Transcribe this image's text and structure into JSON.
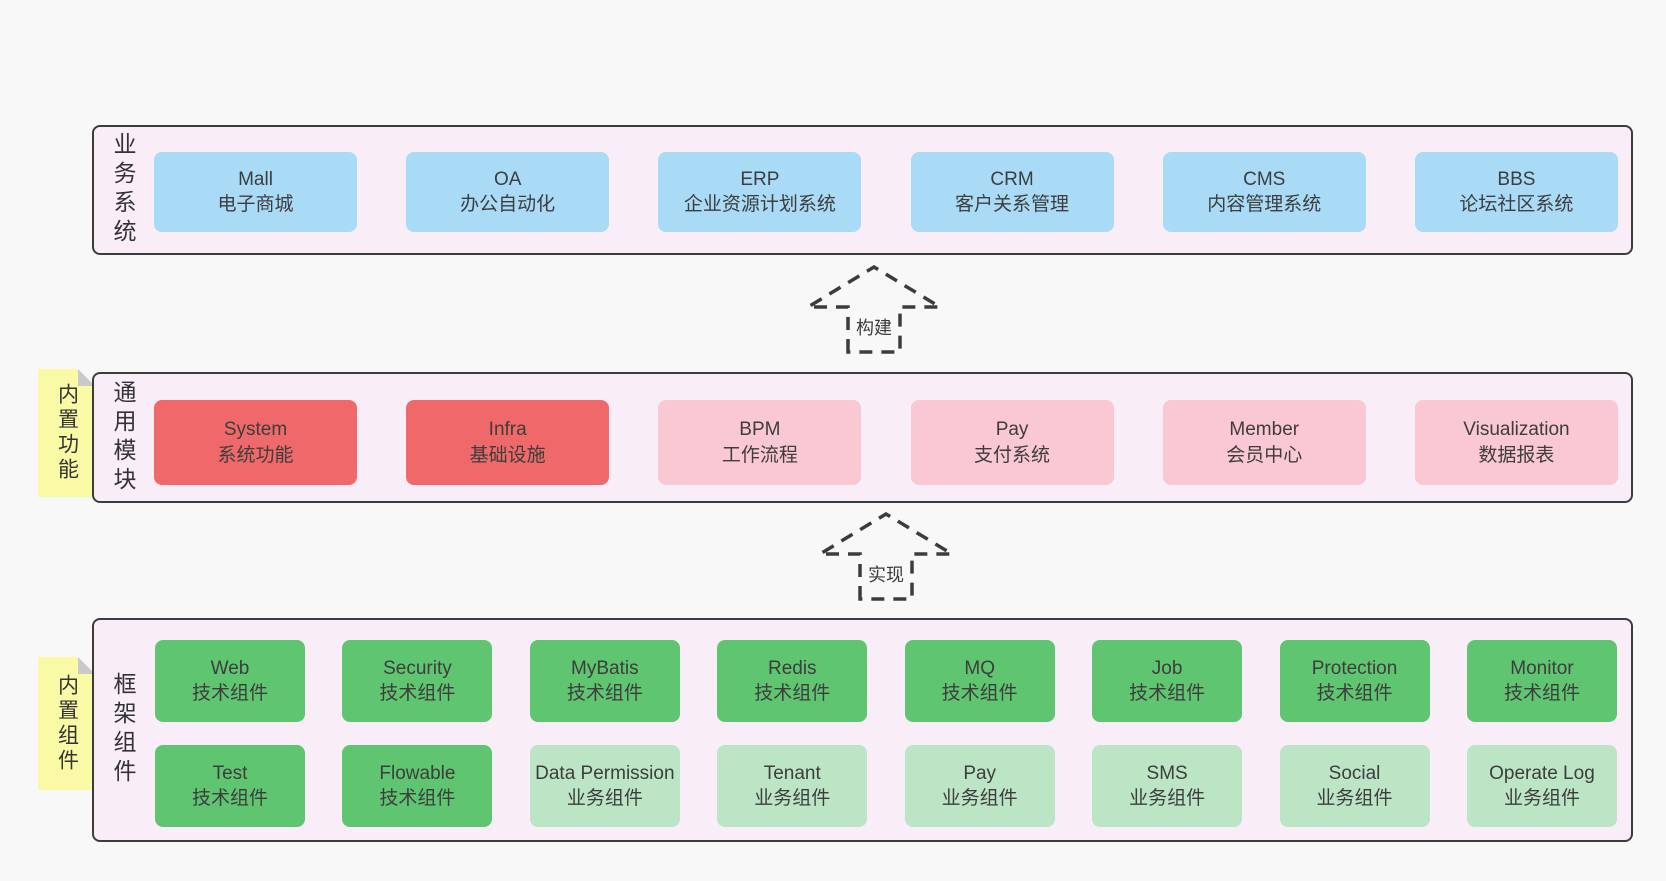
{
  "colors": {
    "page_bg": "#f8f8f8",
    "band_bg": "#f9eef8",
    "band_border": "#3c3c3c",
    "box_blue": "#a9dbf6",
    "box_red": "#f0696a",
    "box_pink": "#f9c8d2",
    "box_green": "#5fc570",
    "box_green_light": "#bce5c5",
    "note_bg": "#fafaa6",
    "note_fold": "#c9c9c9",
    "arrow": "#3c3c3c",
    "text": "#3d3d3d"
  },
  "arrows": [
    {
      "label": "构建"
    },
    {
      "label": "实现"
    }
  ],
  "bands": [
    {
      "id": "business-systems",
      "label": "业务系统",
      "boxes": [
        {
          "title": "Mall",
          "subtitle": "电子商城",
          "variant": "blue"
        },
        {
          "title": "OA",
          "subtitle": "办公自动化",
          "variant": "blue"
        },
        {
          "title": "ERP",
          "subtitle": "企业资源计划系统",
          "variant": "blue"
        },
        {
          "title": "CRM",
          "subtitle": "客户关系管理",
          "variant": "blue"
        },
        {
          "title": "CMS",
          "subtitle": "内容管理系统",
          "variant": "blue"
        },
        {
          "title": "BBS",
          "subtitle": "论坛社区系统",
          "variant": "blue"
        }
      ]
    },
    {
      "id": "common-modules",
      "label": "通用模块",
      "note": "内置功能",
      "boxes": [
        {
          "title": "System",
          "subtitle": "系统功能",
          "variant": "red"
        },
        {
          "title": "Infra",
          "subtitle": "基础设施",
          "variant": "red"
        },
        {
          "title": "BPM",
          "subtitle": "工作流程",
          "variant": "pink"
        },
        {
          "title": "Pay",
          "subtitle": "支付系统",
          "variant": "pink"
        },
        {
          "title": "Member",
          "subtitle": "会员中心",
          "variant": "pink"
        },
        {
          "title": "Visualization",
          "subtitle": "数据报表",
          "variant": "pink"
        }
      ]
    },
    {
      "id": "framework-components",
      "label": "框架组件",
      "note": "内置组件",
      "rows": [
        [
          {
            "title": "Web",
            "subtitle": "技术组件",
            "variant": "green"
          },
          {
            "title": "Security",
            "subtitle": "技术组件",
            "variant": "green"
          },
          {
            "title": "MyBatis",
            "subtitle": "技术组件",
            "variant": "green"
          },
          {
            "title": "Redis",
            "subtitle": "技术组件",
            "variant": "green"
          },
          {
            "title": "MQ",
            "subtitle": "技术组件",
            "variant": "green"
          },
          {
            "title": "Job",
            "subtitle": "技术组件",
            "variant": "green"
          },
          {
            "title": "Protection",
            "subtitle": "技术组件",
            "variant": "green"
          },
          {
            "title": "Monitor",
            "subtitle": "技术组件",
            "variant": "green"
          }
        ],
        [
          {
            "title": "Test",
            "subtitle": "技术组件",
            "variant": "green"
          },
          {
            "title": "Flowable",
            "subtitle": "技术组件",
            "variant": "green"
          },
          {
            "title": "Data Permission",
            "subtitle": "业务组件",
            "variant": "lightgreen"
          },
          {
            "title": "Tenant",
            "subtitle": "业务组件",
            "variant": "lightgreen"
          },
          {
            "title": "Pay",
            "subtitle": "业务组件",
            "variant": "lightgreen"
          },
          {
            "title": "SMS",
            "subtitle": "业务组件",
            "variant": "lightgreen"
          },
          {
            "title": "Social",
            "subtitle": "业务组件",
            "variant": "lightgreen"
          },
          {
            "title": "Operate Log",
            "subtitle": "业务组件",
            "variant": "lightgreen"
          }
        ]
      ]
    }
  ]
}
